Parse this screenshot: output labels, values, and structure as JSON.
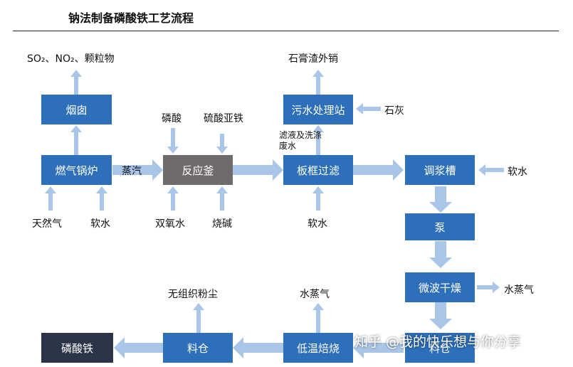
{
  "title": "钠法制备磷酸铁工艺流程",
  "nodes": {
    "furnace": "燃气锅炉",
    "chimney": "烟囱",
    "reactor": "反应釜",
    "filter_press": "板框过滤",
    "wastewater": "污水处理站",
    "slurry_tank": "调浆槽",
    "pump": "泵",
    "microwave_dryer": "微波干燥",
    "hopper_right": "料仓",
    "calciner": "低温焙烧",
    "hopper": "料仓",
    "product": "磷酸铁"
  },
  "labels": {
    "emissions": "SO₂、NO₂、颗粒物",
    "natural_gas": "天然气",
    "soft_water_1": "软水",
    "steam": "蒸汽",
    "phosphoric_acid": "磷酸",
    "ferrous_sulfate": "硫酸亚铁",
    "hydrogen_peroxide": "双氧水",
    "caustic_soda": "烧碱",
    "gypsum_slag": "石膏渣外销",
    "lime": "石灰",
    "filtrate": "滤液及洗涤废水",
    "soft_water_2": "软水",
    "soft_water_3": "软水",
    "vapor_1": "水蒸气",
    "vapor_2": "水蒸气",
    "dust": "无组织粉尘"
  },
  "watermark": "知乎 @我的快乐想与你分享",
  "colors": {
    "box_blue": "#2d6fb8",
    "box_gray": "#6f6b6a",
    "box_dark": "#2c3448",
    "arrow": "#a9c6e8"
  }
}
